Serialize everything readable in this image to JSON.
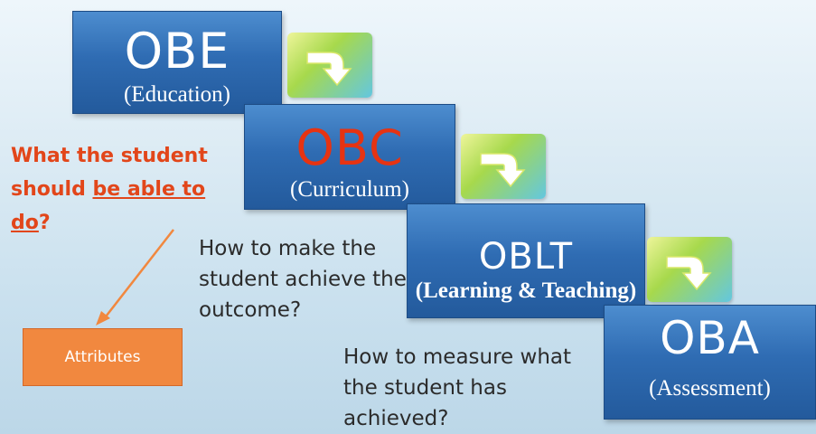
{
  "steps": [
    {
      "code": "OBE",
      "sub": "(Education)",
      "code_color": "#ffffff"
    },
    {
      "code": "OBC",
      "sub": "(Curriculum)",
      "code_color": "#e63312"
    },
    {
      "code": "OBLT",
      "sub": "(Learning & Teaching)",
      "code_color": "#ffffff"
    },
    {
      "code": "OBA",
      "sub": "(Assessment)",
      "code_color": "#ffffff"
    }
  ],
  "question_do": {
    "line1": "What the student",
    "line2a": "should ",
    "line2b": "be able to",
    "line3a": "do",
    "line3b": "?"
  },
  "question_achieve": {
    "line1": "How to make the",
    "line2": "student achieve the",
    "line3": "outcome?"
  },
  "question_measure": {
    "line1": "How to measure what",
    "line2": "the student has",
    "line3": "achieved?"
  },
  "attributes_label": "Attributes",
  "icons": [
    "curved-down-arrow-icon",
    "curved-down-arrow-icon",
    "curved-down-arrow-icon"
  ],
  "colors": {
    "box_blue": "#2f6cb3",
    "accent_red": "#e2461a",
    "attributes_orange": "#f1883f"
  }
}
